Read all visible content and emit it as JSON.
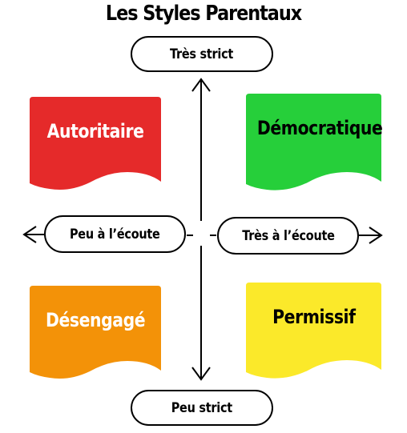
{
  "title": "Les Styles Parentaux",
  "axes": {
    "top": "Très strict",
    "bottom": "Peu strict",
    "left": "Peu à l’écoute",
    "right": "Très à l’écoute"
  },
  "quadrants": [
    {
      "label": "Autoritaire",
      "color": "#e52a2a",
      "text_color": "#ffffff"
    },
    {
      "label": "Démocratique",
      "color": "#26cf3a",
      "text_color": "#000000"
    },
    {
      "label": "Désengagé",
      "color": "#f39208",
      "text_color": "#ffffff"
    },
    {
      "label": "Permissif",
      "color": "#fbe92a",
      "text_color": "#000000"
    }
  ]
}
